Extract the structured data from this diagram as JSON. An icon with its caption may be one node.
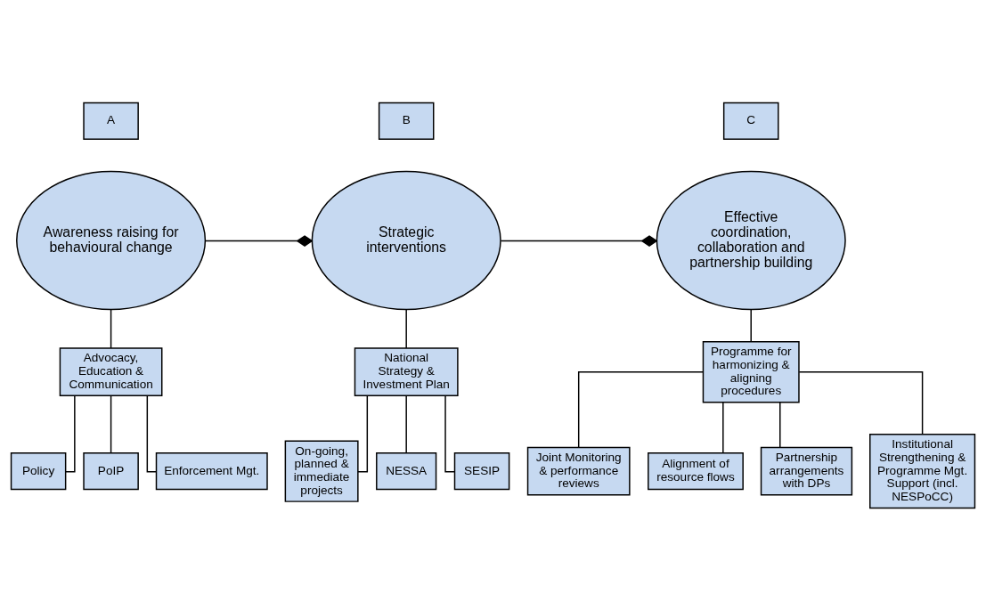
{
  "diagram": {
    "nodes": [
      {
        "text": [
          "A"
        ]
      },
      {
        "text": [
          "B"
        ]
      },
      {
        "text": [
          "C"
        ]
      },
      {
        "text": [
          "Awareness raising for behavioural change"
        ]
      },
      {
        "text": [
          "Strategic interventions"
        ]
      },
      {
        "text": [
          "Effective coordination, collaboration and partnership building"
        ]
      },
      {
        "text": [
          "Advocacy, Education & Communication"
        ]
      },
      {
        "text": [
          "National Strategy & Investment Plan"
        ]
      },
      {
        "text": [
          "Programme for harmonizing & aligning procedures"
        ]
      },
      {
        "text": [
          "Policy"
        ]
      },
      {
        "text": [
          "PoIP"
        ]
      },
      {
        "text": [
          "Enforcement Mgt."
        ]
      },
      {
        "text": [
          "On-going, planned & immediate projects"
        ]
      },
      {
        "text": [
          "NESSA"
        ]
      },
      {
        "text": [
          "SESIP"
        ]
      },
      {
        "text": [
          "Joint Monitoring & performance reviews"
        ]
      },
      {
        "text": [
          "Alignment of resource flows"
        ]
      },
      {
        "text": [
          "Partnership arrangements with DPs"
        ]
      },
      {
        "text": [
          "Institutional Strengthening & Programme Mgt. Support (incl. NESPoCC)"
        ]
      }
    ],
    "edges": [
      {
        "from": 3,
        "to": 4,
        "arrow": "other"
      },
      {
        "from": 4,
        "to": 5,
        "arrow": "other"
      },
      {
        "from": 3,
        "to": 6,
        "arrow": "none"
      },
      {
        "from": 4,
        "to": 7,
        "arrow": "none"
      },
      {
        "from": 5,
        "to": 8,
        "arrow": "none"
      },
      {
        "from": 6,
        "to": 9,
        "arrow": "none"
      },
      {
        "from": 6,
        "to": 10,
        "arrow": "none"
      },
      {
        "from": 6,
        "to": 11,
        "arrow": "none"
      },
      {
        "from": 7,
        "to": 12,
        "arrow": "none"
      },
      {
        "from": 7,
        "to": 13,
        "arrow": "none"
      },
      {
        "from": 7,
        "to": 14,
        "arrow": "none"
      },
      {
        "from": 8,
        "to": 15,
        "arrow": "none"
      },
      {
        "from": 8,
        "to": 16,
        "arrow": "none"
      },
      {
        "from": 8,
        "to": 17,
        "arrow": "none"
      },
      {
        "from": 8,
        "to": 18,
        "arrow": "none"
      }
    ]
  }
}
